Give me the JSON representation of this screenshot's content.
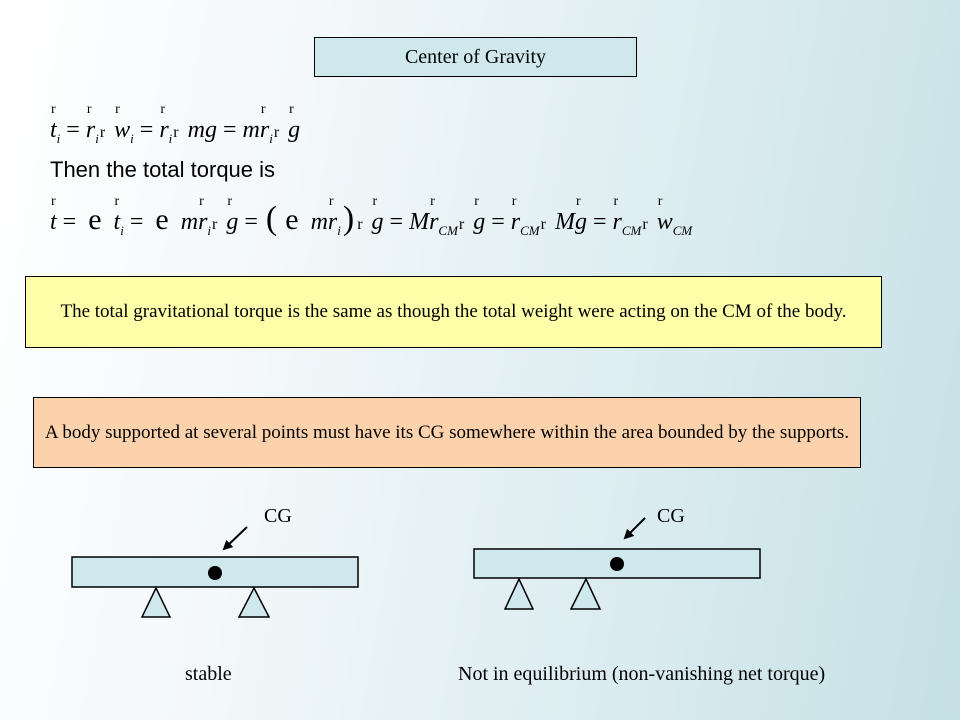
{
  "title": "Center of Gravity",
  "equations": {
    "line1": {
      "t": "t",
      "i": "i",
      "eq": "=",
      "r": "r",
      "w": "w",
      "mg": "mg",
      "m": "m",
      "g": "g"
    },
    "then_text": "Then the total torque is",
    "line2": {
      "t": "t",
      "i": "i",
      "eq": "=",
      "sum": "e",
      "paren_open": "(",
      "paren_close": ")",
      "m": "m",
      "r": "r",
      "g": "g",
      "M": "M",
      "w": "w",
      "CM": "CM"
    }
  },
  "note_torque": "The total gravitational torque is the same as though the total weight were acting on the CM of the body.",
  "note_supports": "A body supported at several points must have its CG somewhere within the area bounded by the supports.",
  "diagrams": {
    "left": {
      "cg_label": "CG",
      "caption": "stable"
    },
    "right": {
      "cg_label": "CG",
      "caption": "Not in equilibrium (non-vanishing net torque)"
    }
  },
  "colors": {
    "beam": "#cfe8ee",
    "title_box": "#cfe8ee",
    "note_torque_bg": "#ffffaa",
    "note_supports_bg": "#fbd2ac"
  }
}
